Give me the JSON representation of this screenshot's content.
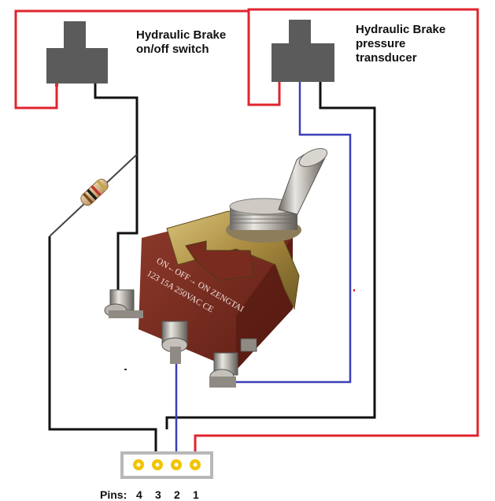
{
  "labels": {
    "switch": [
      "Hydraulic Brake",
      "on/off switch"
    ],
    "transducer": [
      "Hydraulic Brake",
      "pressure",
      "transducer"
    ]
  },
  "connector": {
    "caption": "Pins:",
    "pins": [
      "4",
      "3",
      "2",
      "1"
    ]
  },
  "toggle_switch": {
    "text_line1": "ON←OFF→ ON ZENGTAI",
    "text_line2": "123   15A   250VAC  CE"
  },
  "colors": {
    "wire_red": "#e0242e",
    "wire_black": "#111111",
    "wire_blue": "#3b3fb8",
    "component_body": "#5b5b5b",
    "switch_body": "#7a2b1f",
    "connector_pin": "#f2c400"
  }
}
